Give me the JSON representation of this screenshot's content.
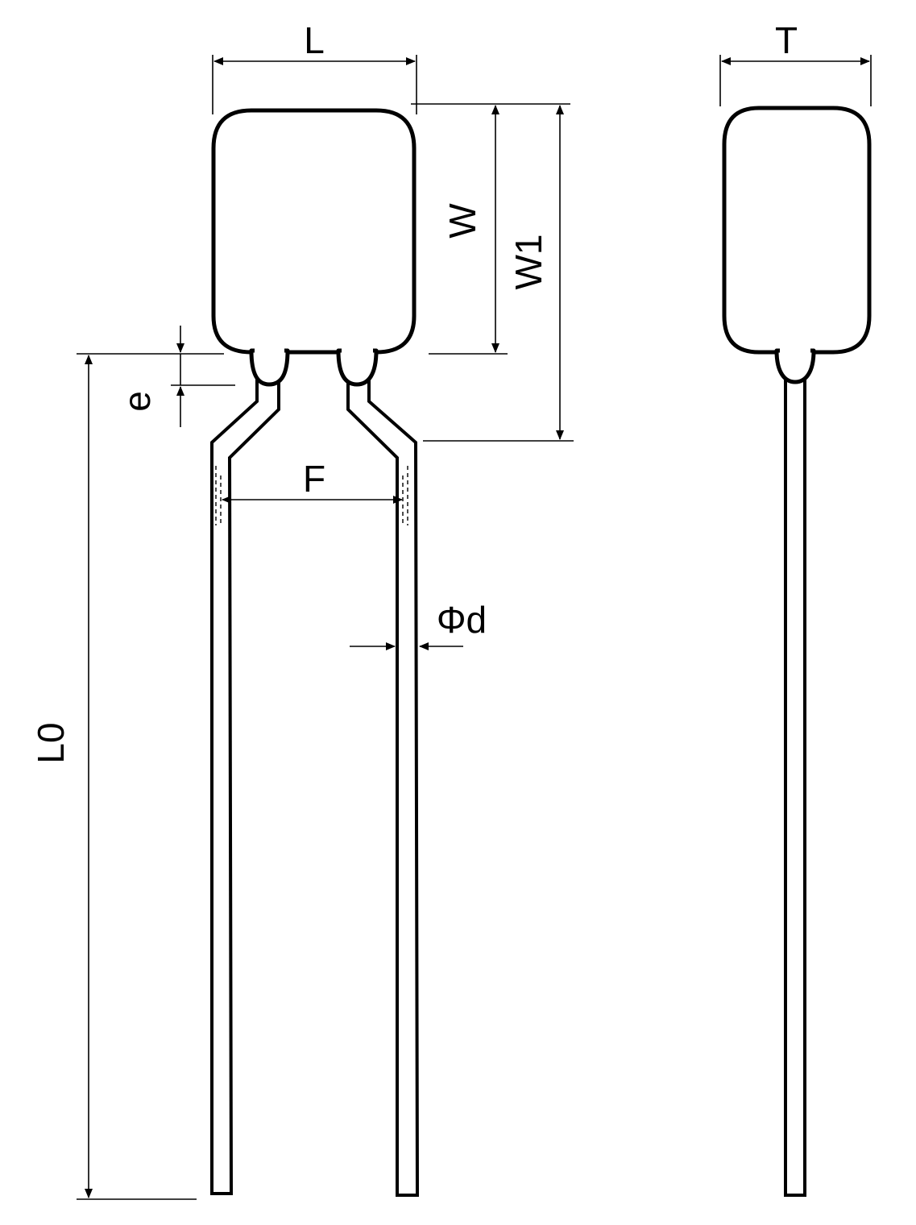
{
  "labels": {
    "L": "L",
    "T": "T",
    "W": "W",
    "W1": "W1",
    "e": "e",
    "F": "F",
    "phi_d": "Φd",
    "L0": "L0"
  }
}
